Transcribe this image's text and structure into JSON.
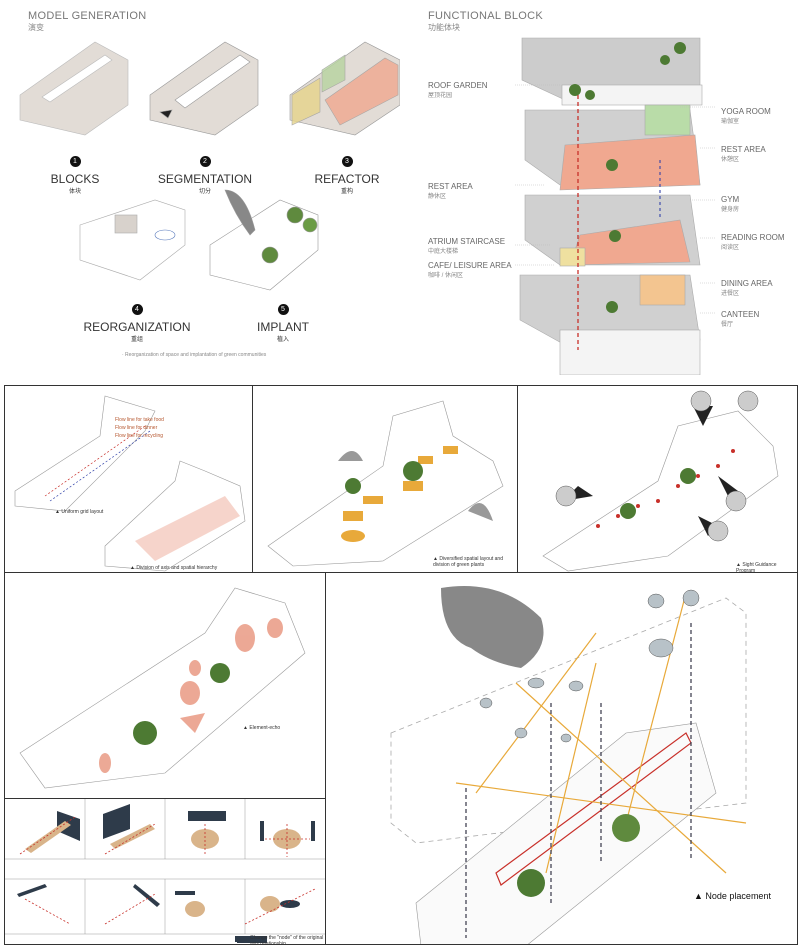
{
  "model_generation": {
    "title": "MODEL GENERATION",
    "title_cn": "演变",
    "steps": [
      {
        "n": "1",
        "label": "BLOCKS",
        "cn": "体块"
      },
      {
        "n": "2",
        "label": "SEGMENTATION",
        "cn": "切分"
      },
      {
        "n": "3",
        "label": "REFACTOR",
        "cn": "重构"
      },
      {
        "n": "4",
        "label": "REORGANIZATION",
        "cn": "重组"
      },
      {
        "n": "5",
        "label": "IMPLANT",
        "cn": "植入"
      }
    ],
    "caption": "· Reorganization of space and implantation of green communities"
  },
  "functional_block": {
    "title": "FUNCTIONAL BLOCK",
    "title_cn": "功能体块",
    "left_labels": [
      {
        "label": "ROOF GARDEN",
        "cn": "屋顶花园"
      },
      {
        "label": "REST AREA",
        "cn": "静休区"
      },
      {
        "label": "ATRIUM STAIRCASE",
        "cn": "中庭大楼梯"
      },
      {
        "label": "CAFE/ LEISURE AREA",
        "cn": "咖啡 / 休闲区"
      }
    ],
    "right_labels": [
      {
        "label": "YOGA ROOM",
        "cn": "瑜伽室"
      },
      {
        "label": "REST AREA",
        "cn": "休憩区"
      },
      {
        "label": "GYM",
        "cn": "健身房"
      },
      {
        "label": "READING ROOM",
        "cn": "阅读区"
      },
      {
        "label": "DINING AREA",
        "cn": "进餐区"
      },
      {
        "label": "CANTEEN",
        "cn": "餐厅"
      }
    ]
  },
  "panels": {
    "p1": {
      "legend": [
        "Flow line for take food",
        "Flow line for dinner",
        "Flow line for recycling"
      ],
      "cap1": "▲ Uniform grid layout",
      "cap2": "▲ Division of axis and spatial hierarchy"
    },
    "p2": {
      "cap": "▲ Diversified spatial layout and division of green plants"
    },
    "p3": {
      "cap": "▲ Sight Guidance Program"
    },
    "p4": {
      "cap": "▲ Element-echo"
    },
    "p5": {
      "legend": "Change the \"node\" of the original axis relationship"
    },
    "p6": {
      "cap": "▲ Node placement"
    }
  },
  "colors": {
    "accent_red": "#c8302a",
    "orange": "#e8a93a",
    "navy": "#2e3b4a",
    "block": "#e2dcd6"
  }
}
